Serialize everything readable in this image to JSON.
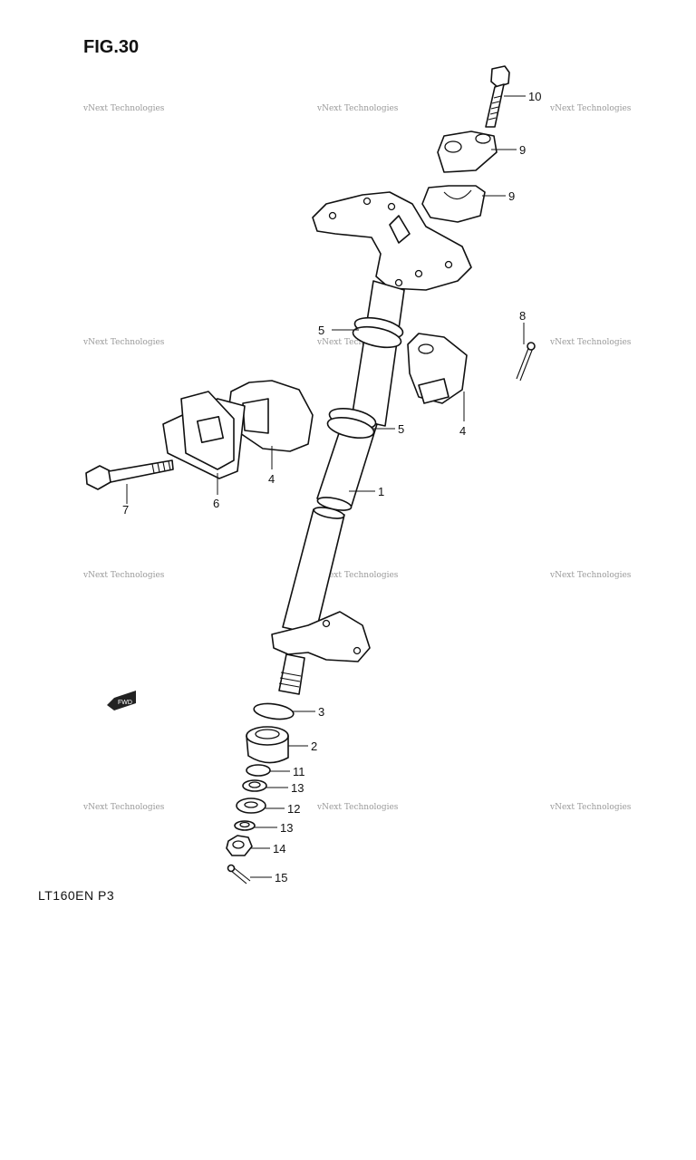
{
  "figure": {
    "title": "FIG.30",
    "model_code": "LT160EN  P3"
  },
  "watermark": {
    "text": "vNext Technologies"
  },
  "icons": {
    "fwd_arrow": "fwd-arrow-icon",
    "fwd_label": "FWD"
  },
  "callouts": {
    "c1": "1",
    "c2": "2",
    "c3": "3",
    "c4a": "4",
    "c4b": "4",
    "c5a": "5",
    "c5b": "5",
    "c6": "6",
    "c7": "7",
    "c8": "8",
    "c9a": "9",
    "c9b": "9",
    "c10": "10",
    "c11": "11",
    "c12": "12",
    "c13a": "13",
    "c13b": "13",
    "c14": "14",
    "c15": "15"
  }
}
